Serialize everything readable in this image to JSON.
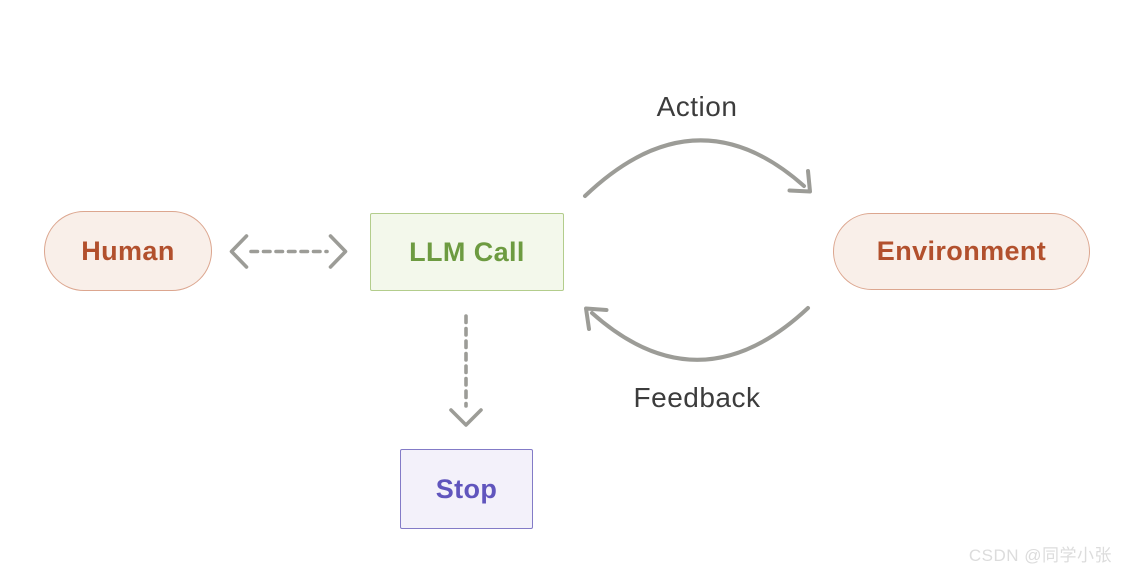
{
  "diagram": {
    "nodes": {
      "human": {
        "label": "Human",
        "shape": "pill",
        "bg": "#f9efe9",
        "border": "#dca68f",
        "text_color": "#b2502d"
      },
      "llm_call": {
        "label": "LLM Call",
        "shape": "rect",
        "bg": "#f3f8eb",
        "border": "#b3cd8c",
        "text_color": "#6d9b41"
      },
      "environment": {
        "label": "Environment",
        "shape": "pill",
        "bg": "#f9efe9",
        "border": "#dca68f",
        "text_color": "#b2502d"
      },
      "stop": {
        "label": "Stop",
        "shape": "rect",
        "bg": "#f3f1fa",
        "border": "#837bc7",
        "text_color": "#6055bd"
      }
    },
    "edges": {
      "action": {
        "label": "Action",
        "from": "llm_call",
        "to": "environment",
        "style": "solid-curved-arrow"
      },
      "feedback": {
        "label": "Feedback",
        "from": "environment",
        "to": "llm_call",
        "style": "solid-curved-arrow"
      },
      "human_llm": {
        "from": "human",
        "to": "llm_call",
        "style": "dashed",
        "bidirectional": true
      },
      "llm_stop": {
        "from": "llm_call",
        "to": "stop",
        "style": "dashed",
        "bidirectional": false
      }
    },
    "colors": {
      "arrow_gray": "#9c9c97",
      "edge_label_text": "#3c3c3c",
      "background": "#ffffff"
    }
  },
  "watermark": {
    "text": "CSDN @同学小张"
  }
}
